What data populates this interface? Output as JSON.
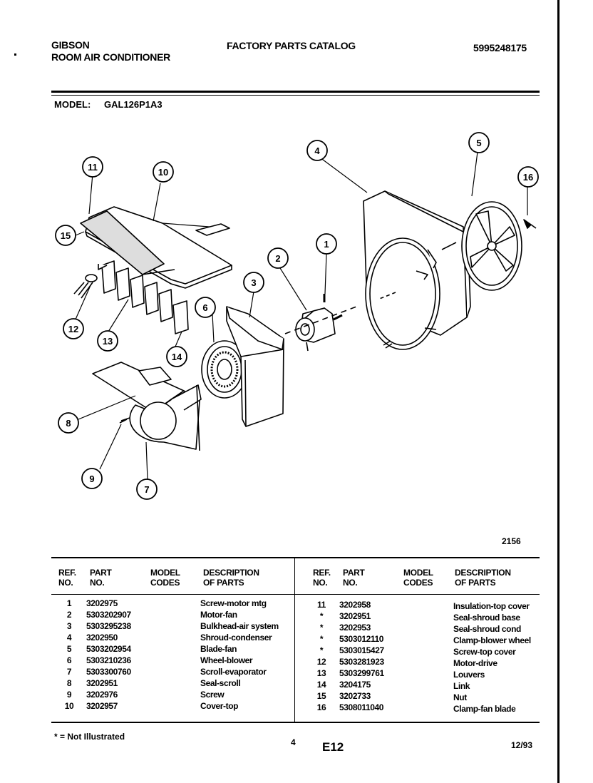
{
  "header": {
    "brand": "GIBSON",
    "product": "ROOM AIR CONDITIONER",
    "catalog_title": "FACTORY PARTS CATALOG",
    "catalog_number": "5995248175",
    "model_label": "MODEL:",
    "model_value": "GAL126P1A3"
  },
  "diagram": {
    "figure_number": "2156",
    "callouts": [
      "1",
      "2",
      "3",
      "4",
      "5",
      "6",
      "7",
      "8",
      "9",
      "10",
      "11",
      "12",
      "13",
      "14",
      "15",
      "16"
    ]
  },
  "table": {
    "headers": {
      "ref_no": [
        "REF.",
        "NO."
      ],
      "part_no": [
        "PART",
        "NO."
      ],
      "model_codes": [
        "MODEL",
        "CODES"
      ],
      "description": [
        "DESCRIPTION",
        "OF PARTS"
      ]
    },
    "left": [
      {
        "ref": "1",
        "part": "3202975",
        "desc": "Screw-motor mtg"
      },
      {
        "ref": "2",
        "part": "5303202907",
        "desc": "Motor-fan"
      },
      {
        "ref": "3",
        "part": "5303295238",
        "desc": "Bulkhead-air system"
      },
      {
        "ref": "4",
        "part": "3202950",
        "desc": "Shroud-condenser"
      },
      {
        "ref": "5",
        "part": "5303202954",
        "desc": "Blade-fan"
      },
      {
        "ref": "6",
        "part": "5303210236",
        "desc": "Wheel-blower"
      },
      {
        "ref": "7",
        "part": "5303300760",
        "desc": "Scroll-evaporator"
      },
      {
        "ref": "8",
        "part": "3202951",
        "desc": "Seal-scroll"
      },
      {
        "ref": "9",
        "part": "3202976",
        "desc": "Screw"
      },
      {
        "ref": "10",
        "part": "3202957",
        "desc": "Cover-top"
      }
    ],
    "right": [
      {
        "ref": "11",
        "part": "3202958",
        "desc": "Insulation-top cover"
      },
      {
        "ref": "*",
        "part": "3202951",
        "desc": "Seal-shroud base"
      },
      {
        "ref": "*",
        "part": "3202953",
        "desc": "Seal-shroud cond"
      },
      {
        "ref": "*",
        "part": "5303012110",
        "desc": "Clamp-blower wheel"
      },
      {
        "ref": "*",
        "part": "5303015427",
        "desc": "Screw-top cover"
      },
      {
        "ref": "12",
        "part": "5303281923",
        "desc": "Motor-drive"
      },
      {
        "ref": "13",
        "part": "5303299761",
        "desc": "Louvers"
      },
      {
        "ref": "14",
        "part": "3204175",
        "desc": "Link"
      },
      {
        "ref": "15",
        "part": "3202733",
        "desc": "Nut"
      },
      {
        "ref": "16",
        "part": "5308011040",
        "desc": "Clamp-fan blade"
      }
    ]
  },
  "footer": {
    "note": "* = Not Illustrated",
    "page_number": "4",
    "section": "E12",
    "date": "12/93"
  }
}
